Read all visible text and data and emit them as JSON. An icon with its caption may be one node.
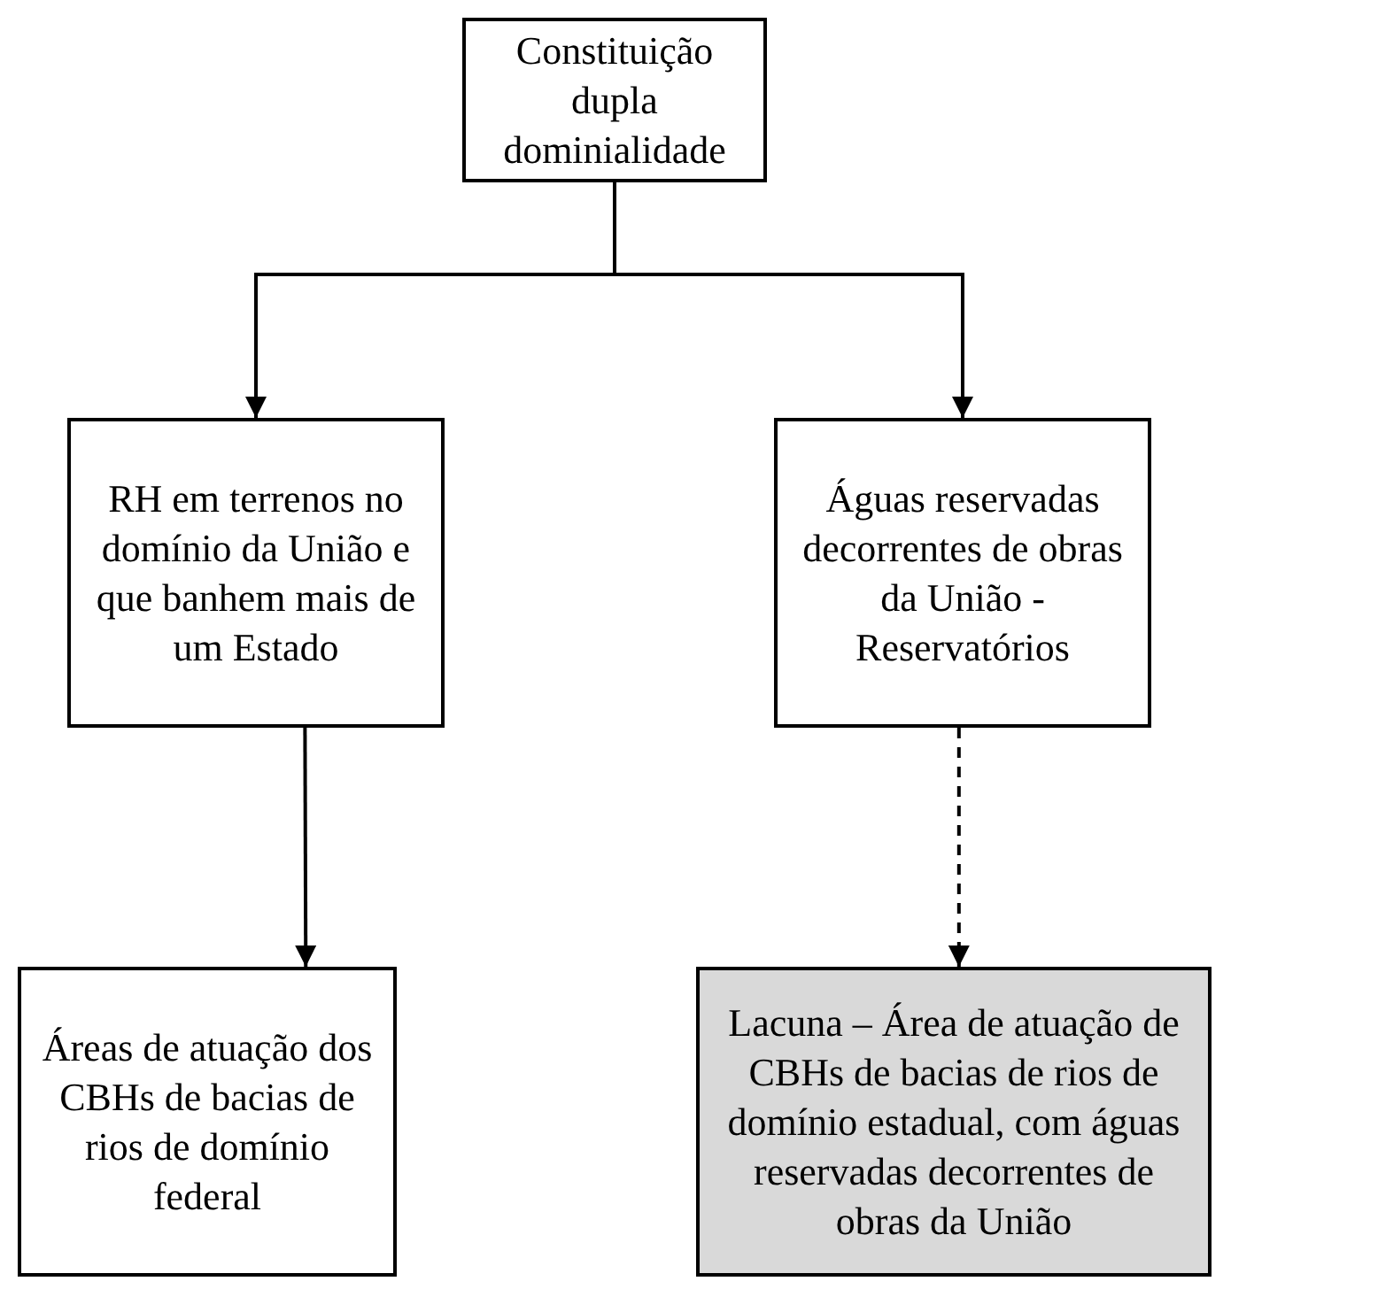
{
  "diagram": {
    "nodes": [
      {
        "text": [
          "Constituição dupla dominialidade"
        ]
      },
      {
        "text": [
          "RH em terrenos no domínio da União e que banhem mais de um Estado"
        ]
      },
      {
        "text": [
          "Águas reservadas decorrentes de obras da União - Reservatórios"
        ]
      },
      {
        "text": [
          "Áreas de atuação dos CBHs de bacias de rios de domínio federal"
        ]
      },
      {
        "text": [
          "Lacuna – Área de atuação de CBHs de bacias de rios de domínio estadual, com águas reservadas decorrentes de obras da União"
        ]
      }
    ],
    "edges": [
      {
        "from": 0,
        "to": 1,
        "arrow": "to"
      },
      {
        "from": 0,
        "to": 2,
        "arrow": "to"
      },
      {
        "from": 1,
        "to": 3,
        "arrow": "to"
      },
      {
        "from": 2,
        "to": 4,
        "arrow": "to",
        "style": "dashed"
      }
    ]
  }
}
